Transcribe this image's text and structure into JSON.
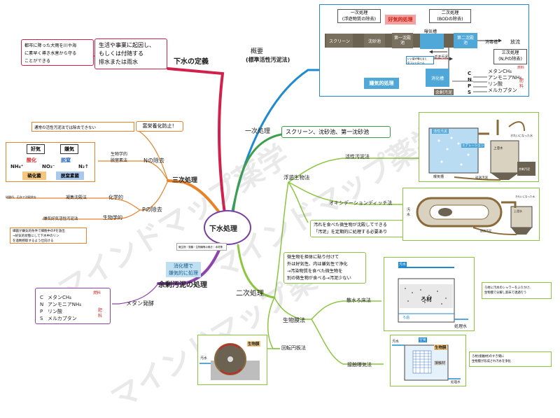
{
  "center": {
    "title": "下水処理",
    "sub": "微生物・藻類・生物膜等の働き・木材等"
  },
  "definition": {
    "branch": "下水の定義",
    "main": [
      "生活や事業に起因し、",
      "もしくは付随する",
      "排水または雨水"
    ],
    "sub": [
      "都市に降った大雨を川や海",
      "に素早く導き水害から守る",
      "ことができる"
    ]
  },
  "overview": {
    "branch": [
      "概要",
      "(標準活性汚泥法)"
    ],
    "primary_title": [
      "一次処理",
      "(浮遊物質の除去)"
    ],
    "secondary_title": [
      "二次処理",
      "(BODの除去)"
    ],
    "aerobic": "好気的処理",
    "anaerobic": "嫌気的処理",
    "flow": [
      "スクリーン",
      "沈砂池",
      "第一沈殿池",
      "曝気槽",
      "第二沈殿池",
      "消毒槽",
      "放流"
    ],
    "flow_note1": "いい量が増えると",
    "flow_note2": "引コントロール",
    "return": "返送汚泥",
    "digest": "消化槽",
    "excess": "余剰汚泥",
    "tertiary": [
      "三次処理",
      "(N,Pの除去)"
    ],
    "elements": [
      "C",
      "N",
      "P",
      "S"
    ],
    "products": [
      "メタンCH₄",
      "アンモニアNH₄",
      "リン酸",
      "メルカプタン"
    ],
    "fuel": "燃料",
    "fert": [
      "肥",
      "料"
    ]
  },
  "primary": {
    "branch": "一次処理",
    "desc": "スクリーン、沈砂池、第一沈砂池"
  },
  "tertiary": {
    "branch": "三次処理",
    "eutro": "富栄養化防止！",
    "eutro_note": "通常の活性汚泥法では除去できない",
    "n_removal": "Nの除去",
    "bio_denit": [
      "生物学的",
      "脱窒素法"
    ],
    "aerobic": "好気",
    "anaerobic": "嫌気",
    "nh4": "NH₄⁺",
    "no3": "NO₃⁻",
    "n2": "N₂↑",
    "oxid": "酸化",
    "denit": "脱窒",
    "nitrifier": "硝化菌",
    "denitrifier": "脱窒素菌",
    "p_removal": "Pの除去",
    "chem": "化学的",
    "coag": "凝集沈殿法",
    "chem_note": "硫酸Al、石灰で沈殿除去",
    "bio": "生物学的",
    "anox": "嫌気好気活性汚泥法",
    "bio_note": [
      "細菌が嫌気的条件で細胞中のPを放出",
      "→好気的状態にして下水中のリン",
      "を過剰摂取するよう仕向ける"
    ]
  },
  "excess": {
    "branch": "余剰汚泥の処理",
    "note": [
      "消化槽で",
      "嫌気的に処理"
    ],
    "methane": "メタン発酵",
    "elements": [
      "C",
      "N",
      "P",
      "S"
    ],
    "products": [
      "メタンCH₄",
      "アンモニアNH₄",
      "リン酸",
      "メルカプタン"
    ],
    "fuel": "燃料",
    "fert": [
      "肥",
      "料"
    ]
  },
  "secondary": {
    "branch": "二次処理",
    "floating": "浮遊生物法",
    "activated": "活性汚泥法",
    "ditch": "オキシデーションディッチ法",
    "sludge_note": [
      "汚れを食べた微生物が沈殿してできる",
      "「汚泥」を定期的に処理する必要あり"
    ],
    "film": "生物膜法",
    "film_note": [
      "微生物を担体に貼り付けて",
      "外は好気性、内は嫌気性で浄化",
      "→汚染物質を食べた微生物を",
      "別の微生物が食べる→汚泥少ない"
    ],
    "trickling": "散水ろ床法",
    "trickling_note": [
      "ろ材に汚水のシャワーをふりかけ、",
      "生物膜で分解し卸床で透過行う"
    ],
    "rotating": "回転円板法",
    "contact": "接触曝気法",
    "contact_note": [
      "ろ材(接触材)のすき間に",
      "生物膜が形成され汚水を浄化"
    ]
  },
  "illus": {
    "act_sludge": "活性汚泥",
    "aeration": "エアレーション",
    "aer_tank": "曝気槽",
    "return": "返送汚泥",
    "supernatant": "上澄水",
    "clean": "きれいになった水",
    "excess": "余剰汚泥",
    "sewage": "汚水",
    "sewage_v": [
      "汚",
      "水"
    ],
    "filter": "ろ材",
    "filtrate": "ろ過",
    "treated": "処理水",
    "biofilm": "生物膜",
    "contact_mat": "接触材",
    "air": "空気"
  },
  "watermark": [
    "マインドマップ薬学",
    "マインドマップ薬学",
    "マインドマップ薬学"
  ],
  "colors": {
    "definition": "#d1204b",
    "overview": "#1f8ad0",
    "primary": "#3aa14a",
    "tertiary": "#e8832a",
    "excess": "#8e44ad",
    "secondary": "#8cc63f"
  }
}
